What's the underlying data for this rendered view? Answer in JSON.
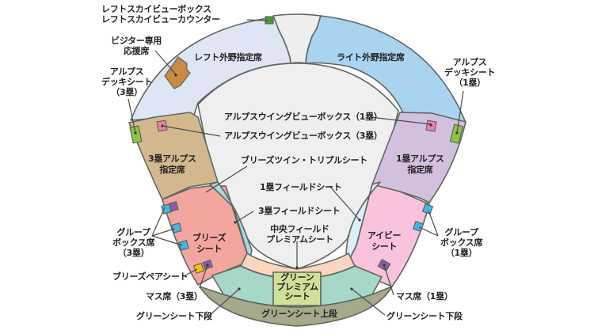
{
  "colors": {
    "left_outfield": "#dde6f2",
    "right_outfield": "#a8d4f0",
    "center_back": "#eeeeee",
    "field": "#efefef",
    "alps3": "#d3b88e",
    "alps1": "#d2c0dd",
    "breeze": "#f2a69d",
    "ivy": "#f9c3dd",
    "field3": "#a9d6e0",
    "field1": "#dceef7",
    "center_premium": "#fbd5bd",
    "green_lower": "#a6d7c8",
    "green_upper": "#a6a98a",
    "green_premium": "#cfe199",
    "visitor": "#c98b43",
    "deck": "#8cc63f",
    "wingview": "#ef7fa5",
    "group_box": "#42b6e6",
    "masu": "#8f5aa8",
    "pair": "#f5c400",
    "skyview": "#4c9a34",
    "outline": "#5d6660"
  },
  "sections": {
    "left_outfield": "レフト外野指定席",
    "right_outfield": "ライト外野指定席",
    "alps3": [
      "3塁アルプス",
      "指定席"
    ],
    "alps1": [
      "1塁アルプス",
      "指定席"
    ],
    "breeze": [
      "ブリーズ",
      "シート"
    ],
    "ivy": [
      "アイビー",
      "シート"
    ],
    "green_premium": [
      "グリーン",
      "プレミアム",
      "シート"
    ],
    "green_upper": "グリーンシート上段"
  },
  "callouts": {
    "skyview": [
      "レフトスカイビューボックス",
      "レフトスカイビューカウンター"
    ],
    "visitor": [
      "ビジター専用",
      "応援席"
    ],
    "deck3": [
      "アルプス",
      "デッキシート",
      "（3塁）"
    ],
    "deck1": [
      "アルプス",
      "デッキシート",
      "（1塁）"
    ],
    "wing1": "アルプスウイングビューボックス（1塁）",
    "wing3": "アルプスウイングビューボックス（3塁）",
    "twin_triple": "ブリーズツイン・トリプルシート",
    "field1": "1塁フィールドシート",
    "field3": "3塁フィールドシート",
    "center_premium": [
      "中央フィールド",
      "プレミアムシート"
    ],
    "group3": [
      "グループ",
      "ボックス席",
      "（3塁）"
    ],
    "group1": [
      "グループ",
      "ボックス席",
      "（1塁）"
    ],
    "pair": "ブリーズペアシート",
    "masu3": "マス席（3塁）",
    "masu1": "マス席（1塁）",
    "green_lower_left": "グリーンシート下段",
    "green_lower_right": "グリーンシート下段"
  }
}
